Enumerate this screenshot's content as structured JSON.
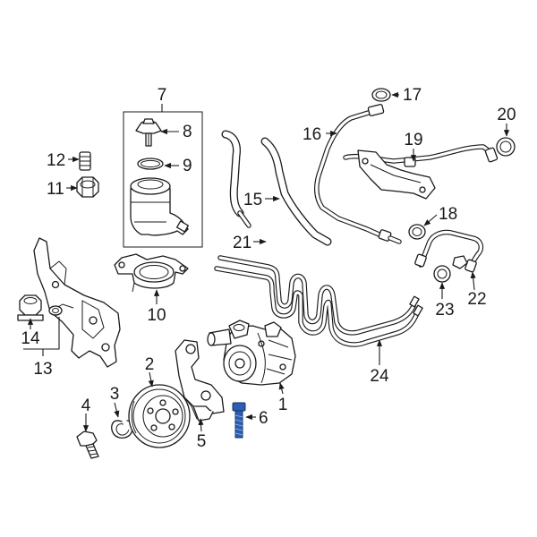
{
  "callouts": [
    {
      "id": "1",
      "label": "1"
    },
    {
      "id": "2",
      "label": "2"
    },
    {
      "id": "3",
      "label": "3"
    },
    {
      "id": "4",
      "label": "4"
    },
    {
      "id": "5",
      "label": "5"
    },
    {
      "id": "6",
      "label": "6"
    },
    {
      "id": "7",
      "label": "7"
    },
    {
      "id": "8",
      "label": "8"
    },
    {
      "id": "9",
      "label": "9"
    },
    {
      "id": "10",
      "label": "10"
    },
    {
      "id": "11",
      "label": "11"
    },
    {
      "id": "12",
      "label": "12"
    },
    {
      "id": "13",
      "label": "13"
    },
    {
      "id": "14",
      "label": "14"
    },
    {
      "id": "15",
      "label": "15"
    },
    {
      "id": "16",
      "label": "16"
    },
    {
      "id": "17",
      "label": "17"
    },
    {
      "id": "18",
      "label": "18"
    },
    {
      "id": "19",
      "label": "19"
    },
    {
      "id": "20",
      "label": "20"
    },
    {
      "id": "21",
      "label": "21"
    },
    {
      "id": "22",
      "label": "22"
    },
    {
      "id": "23",
      "label": "23"
    },
    {
      "id": "24",
      "label": "24"
    }
  ],
  "highlighted_part": "6",
  "colors": {
    "line": "#1a1a1a",
    "background": "#ffffff",
    "highlight": "#2c5fb3"
  }
}
